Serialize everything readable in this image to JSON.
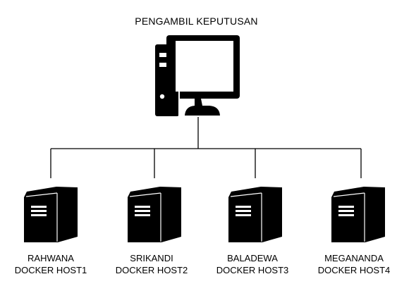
{
  "decision_maker": {
    "label": "PENGAMBIL KEPUTUSAN",
    "icon": "desktop-computer-icon"
  },
  "hosts": [
    {
      "name": "RAHWANA",
      "role": "DOCKER HOST1",
      "icon": "server-icon"
    },
    {
      "name": "SRIKANDI",
      "role": "DOCKER HOST2",
      "icon": "server-icon"
    },
    {
      "name": "BALADEWA",
      "role": "DOCKER HOST3",
      "icon": "server-icon"
    },
    {
      "name": "MEGANANDA",
      "role": "DOCKER HOST4",
      "icon": "server-icon"
    }
  ],
  "colors": {
    "icon": "#000000",
    "line": "#000000",
    "background": "#ffffff"
  }
}
